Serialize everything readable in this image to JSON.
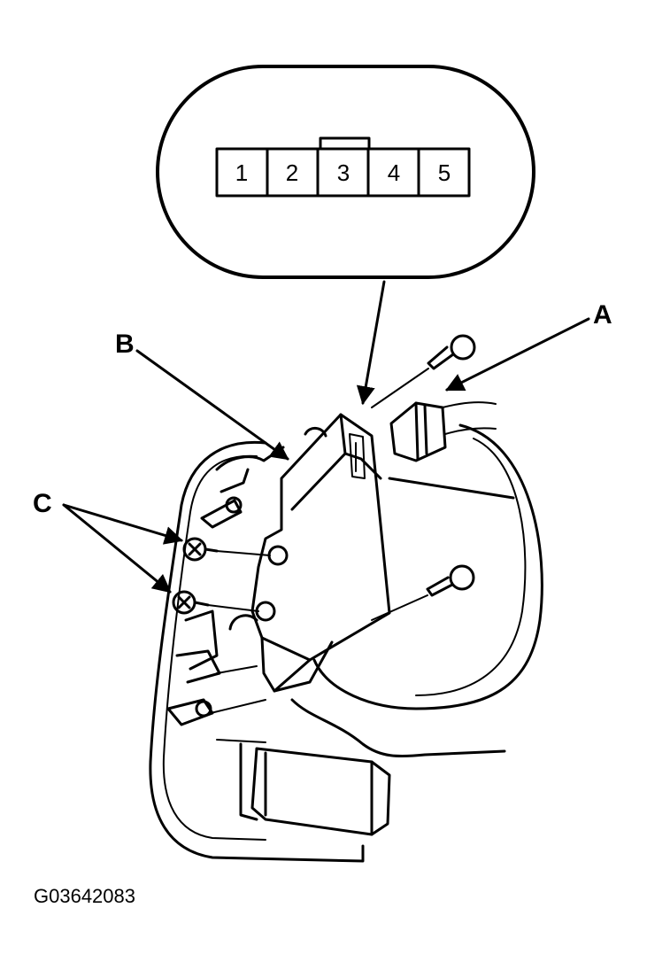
{
  "connector_pins": [
    "1",
    "2",
    "3",
    "4",
    "5"
  ],
  "callouts": {
    "a": "A",
    "b": "B",
    "c": "C"
  },
  "figure_code": "G03642083"
}
